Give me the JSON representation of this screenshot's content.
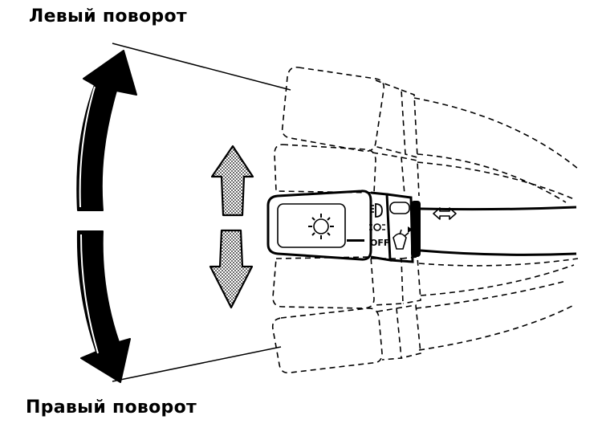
{
  "labels": {
    "top": "Левый поворот",
    "bottom": "Правый поворот"
  },
  "lever": {
    "switch_text": "OFF"
  },
  "colors": {
    "ink": "#000000",
    "background": "#ffffff",
    "stipple": "#9a9a9a"
  },
  "icons": [
    "headlight-icon",
    "high-beam-icon",
    "parking-light-icon",
    "washer-icon",
    "flash-to-pass-icon"
  ]
}
